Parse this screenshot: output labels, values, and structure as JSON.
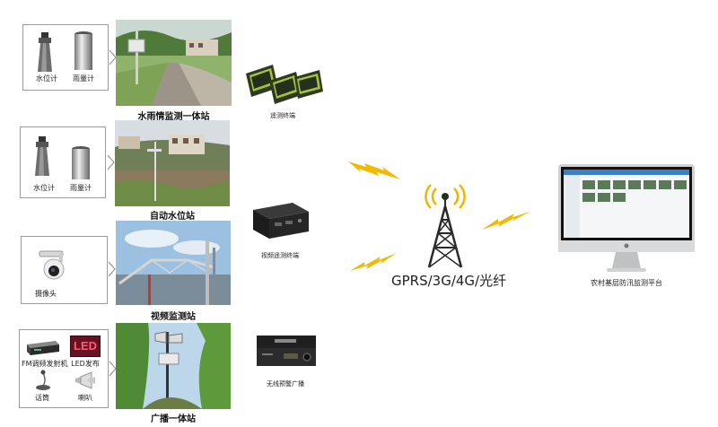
{
  "stations": [
    {
      "sensors": [
        "水位计",
        "雨量计"
      ],
      "caption": "水雨情监测一体站",
      "device_label": "遥测终端"
    },
    {
      "sensors": [
        "水位计",
        "雨量计"
      ],
      "caption": "自动水位站",
      "device_label": "视频遥测终端"
    },
    {
      "sensors": [
        "摄像头"
      ],
      "caption": "视频监测站",
      "device_label": ""
    },
    {
      "sensors": [
        "FM调频发射机",
        "LED发布",
        "话筒",
        "喇叭"
      ],
      "caption": "广播一体站",
      "device_label": "无线预警广播"
    }
  ],
  "led_text": "LED",
  "network": {
    "label": "GPRS/3G/4G/光纤"
  },
  "platform": {
    "label": "农村基层防汛监测平台"
  },
  "colors": {
    "lightning": "#f3b800",
    "tower": "#2a2a2a",
    "signal": "#f0b400",
    "box_border": "#9a9a9a"
  },
  "icons": [
    "water-level-meter-icon",
    "rain-gauge-icon",
    "camera-icon",
    "fm-transmitter-icon",
    "led-display-icon",
    "microphone-icon",
    "speaker-icon",
    "telemetry-terminal-icon",
    "video-terminal-icon",
    "broadcast-device-icon",
    "lightning-icon",
    "tower-icon",
    "monitor-icon"
  ]
}
